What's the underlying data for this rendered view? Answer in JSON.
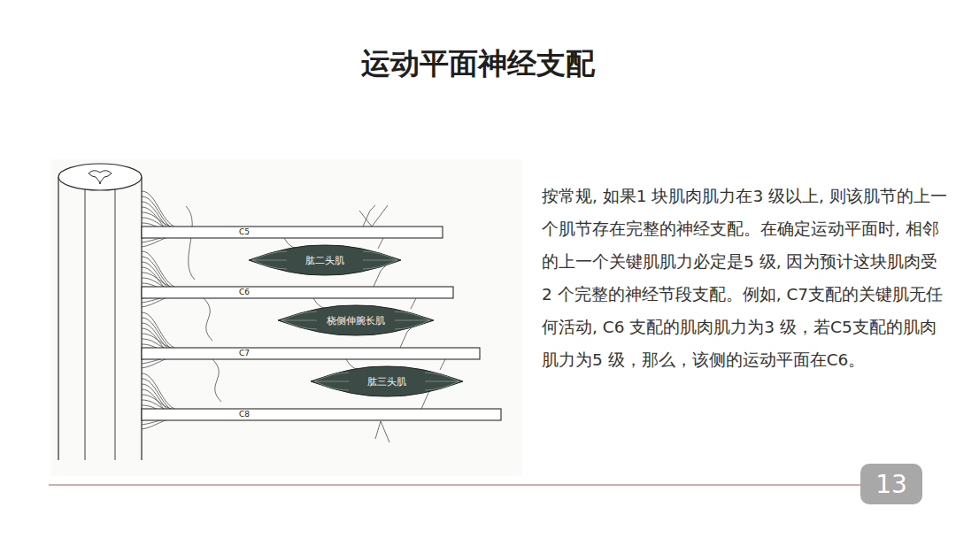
{
  "diagram": {
    "title": "运动平面神经支配",
    "nodes": [
      {
        "text": [
          "肱二头肌"
        ]
      },
      {
        "text": [
          "桡侧伸腕长肌"
        ]
      },
      {
        "text": [
          "肱三头肌"
        ]
      },
      {
        "text": [
          "13"
        ]
      }
    ],
    "labels": [
      "C5",
      "C6",
      "C7",
      "C8",
      "按常规, 如果1 块肌肉肌力在3 级以上, 则该肌节的上一个肌节存在完整的神经支配。在确定运动平面时, 相邻的上一个关键肌肌力必定是5 级, 因为预计这块肌肉受2 个完整的神经节段支配。例如, C7支配的关键肌无任何活动, C6 支配的肌肉肌力为3 级，若C5支配的肌肉肌力为5 级，那么，该侧的运动平面在C6。"
    ]
  }
}
